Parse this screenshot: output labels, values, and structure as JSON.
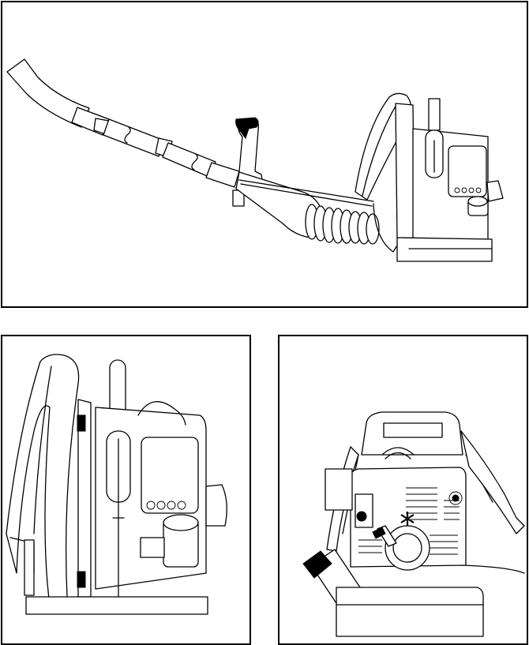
{
  "figures": [
    {
      "id": "blower-side-view",
      "icon": "backpack-blower-with-tube-icon"
    },
    {
      "id": "blower-engine-closeup",
      "icon": "blower-engine-side-icon"
    },
    {
      "id": "blower-rear-view",
      "icon": "blower-rear-engine-icon"
    }
  ],
  "colors": {
    "line": "#000000",
    "background": "#ffffff"
  }
}
